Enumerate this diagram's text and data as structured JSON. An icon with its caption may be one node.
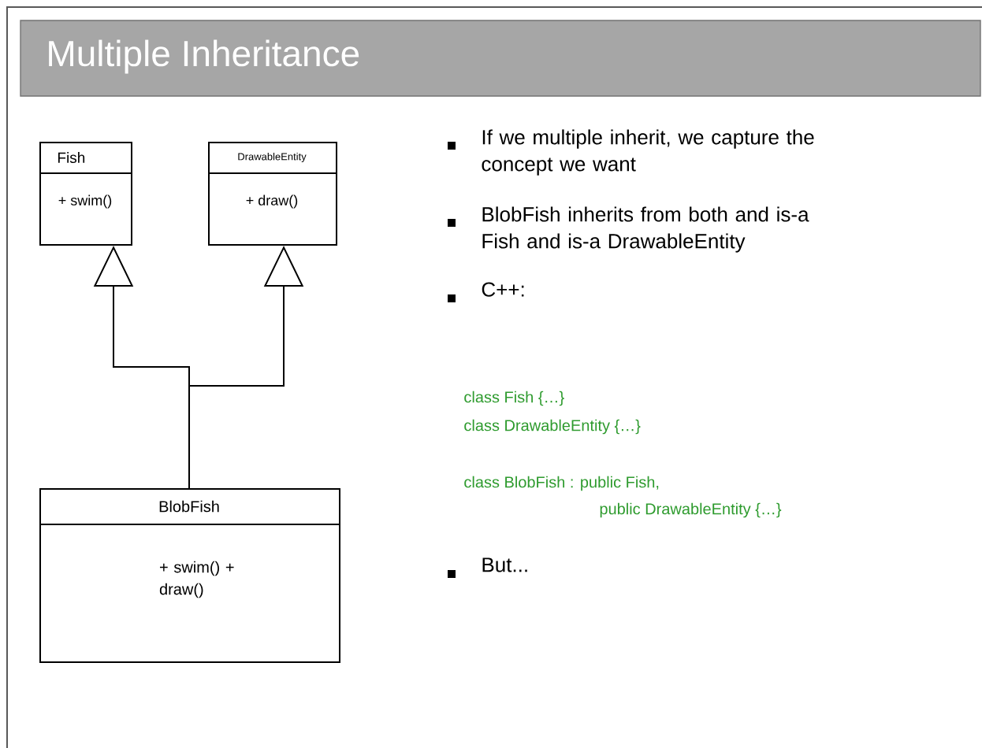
{
  "diagram": {
    "title": "Multiple Inheritance",
    "nodes": [
      {
        "text": [
          "Fish",
          "+ swim()"
        ]
      },
      {
        "text": [
          "DrawableEntity",
          "+ draw()"
        ]
      },
      {
        "text": [
          "BlobFish",
          "+ swim() + draw()"
        ]
      }
    ],
    "edges": [
      {
        "from": 2,
        "to": 0,
        "arrow": "to"
      },
      {
        "from": 2,
        "to": 1,
        "arrow": "to"
      }
    ],
    "labels": [
      "If we multiple inherit, we capture the concept we want",
      "BlobFish inherits from both and is-a Fish and is-a DrawableEntity",
      "C++:",
      "class Fish {…}",
      "class DrawableEntity {…}",
      "class BlobFish : public Fish,",
      "public DrawableEntity {…}",
      "But..."
    ]
  }
}
